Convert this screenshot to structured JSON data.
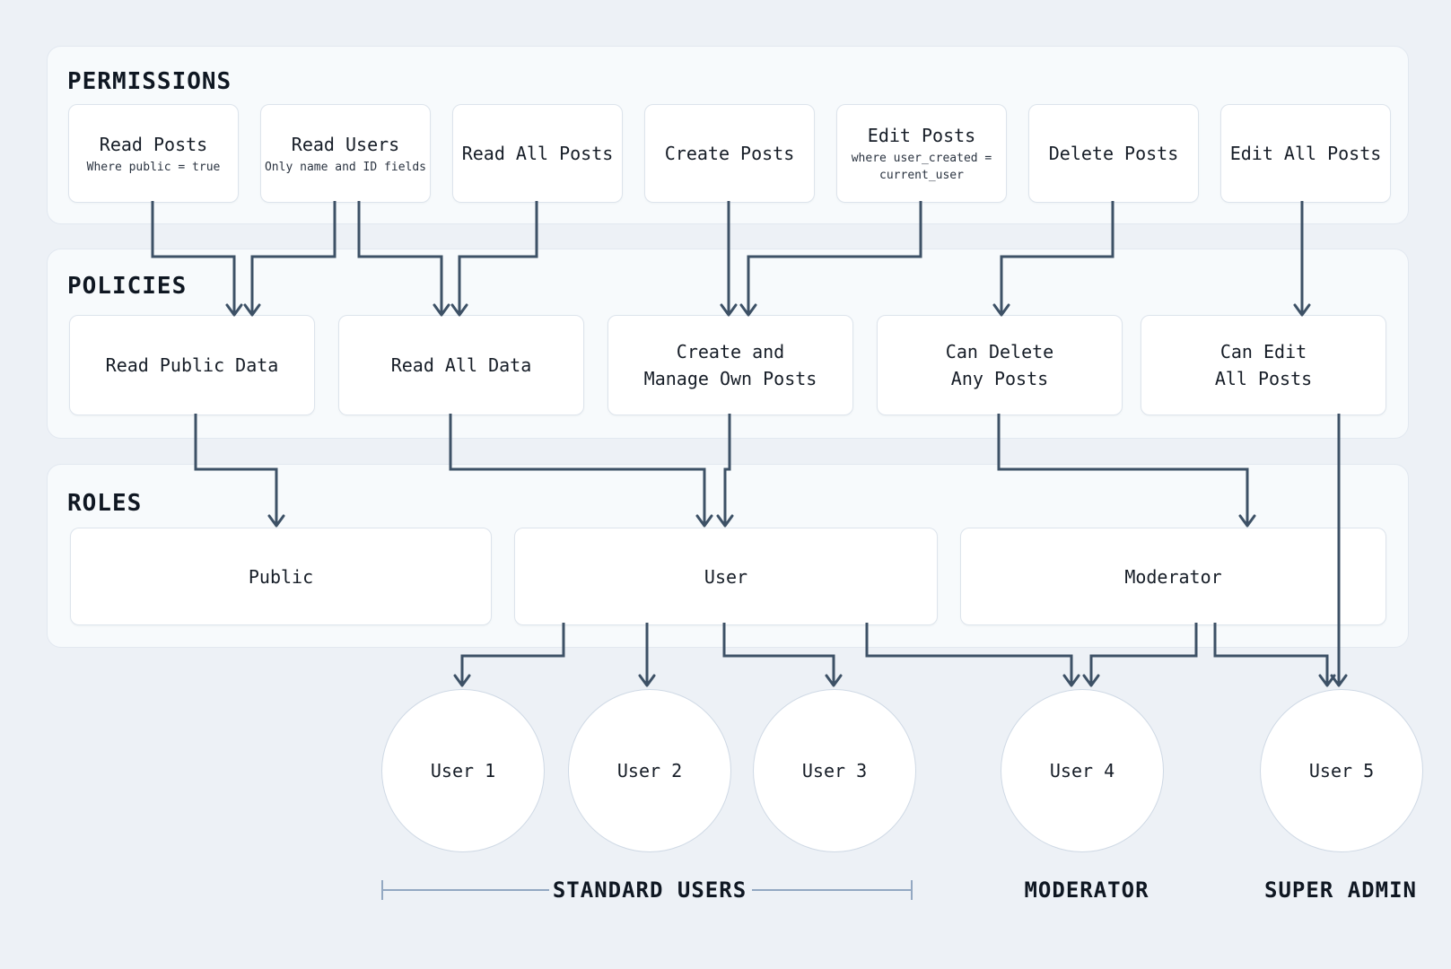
{
  "sections": {
    "permissions": {
      "title": "PERMISSIONS",
      "boxes": [
        {
          "title": "Read Posts",
          "sub": "Where public = true"
        },
        {
          "title": "Read Users",
          "sub": "Only name and ID fields"
        },
        {
          "title": "Read All Posts"
        },
        {
          "title": "Create Posts"
        },
        {
          "title": "Edit Posts",
          "sub": "where user_created =\ncurrent_user"
        },
        {
          "title": "Delete Posts"
        },
        {
          "title": "Edit All Posts"
        }
      ]
    },
    "policies": {
      "title": "POLICIES",
      "boxes": [
        {
          "title": "Read Public Data"
        },
        {
          "title": "Read All Data"
        },
        {
          "title": "Create and\nManage Own Posts"
        },
        {
          "title": "Can Delete\nAny Posts"
        },
        {
          "title": "Can Edit\nAll Posts"
        }
      ]
    },
    "roles": {
      "title": "ROLES",
      "boxes": [
        {
          "title": "Public"
        },
        {
          "title": "User"
        },
        {
          "title": "Moderator"
        }
      ]
    }
  },
  "users": [
    {
      "label": "User 1"
    },
    {
      "label": "User 2"
    },
    {
      "label": "User 3"
    },
    {
      "label": "User 4"
    },
    {
      "label": "User 5"
    }
  ],
  "groups": {
    "standard": "STANDARD USERS",
    "moderator": "MODERATOR",
    "super_admin": "SUPER ADMIN"
  },
  "colors": {
    "arrow": "#3d5166",
    "bracket": "#93a8c2",
    "box_border": "#dde4ec",
    "section_fill": "#f7fafc",
    "background": "#edf1f6"
  }
}
